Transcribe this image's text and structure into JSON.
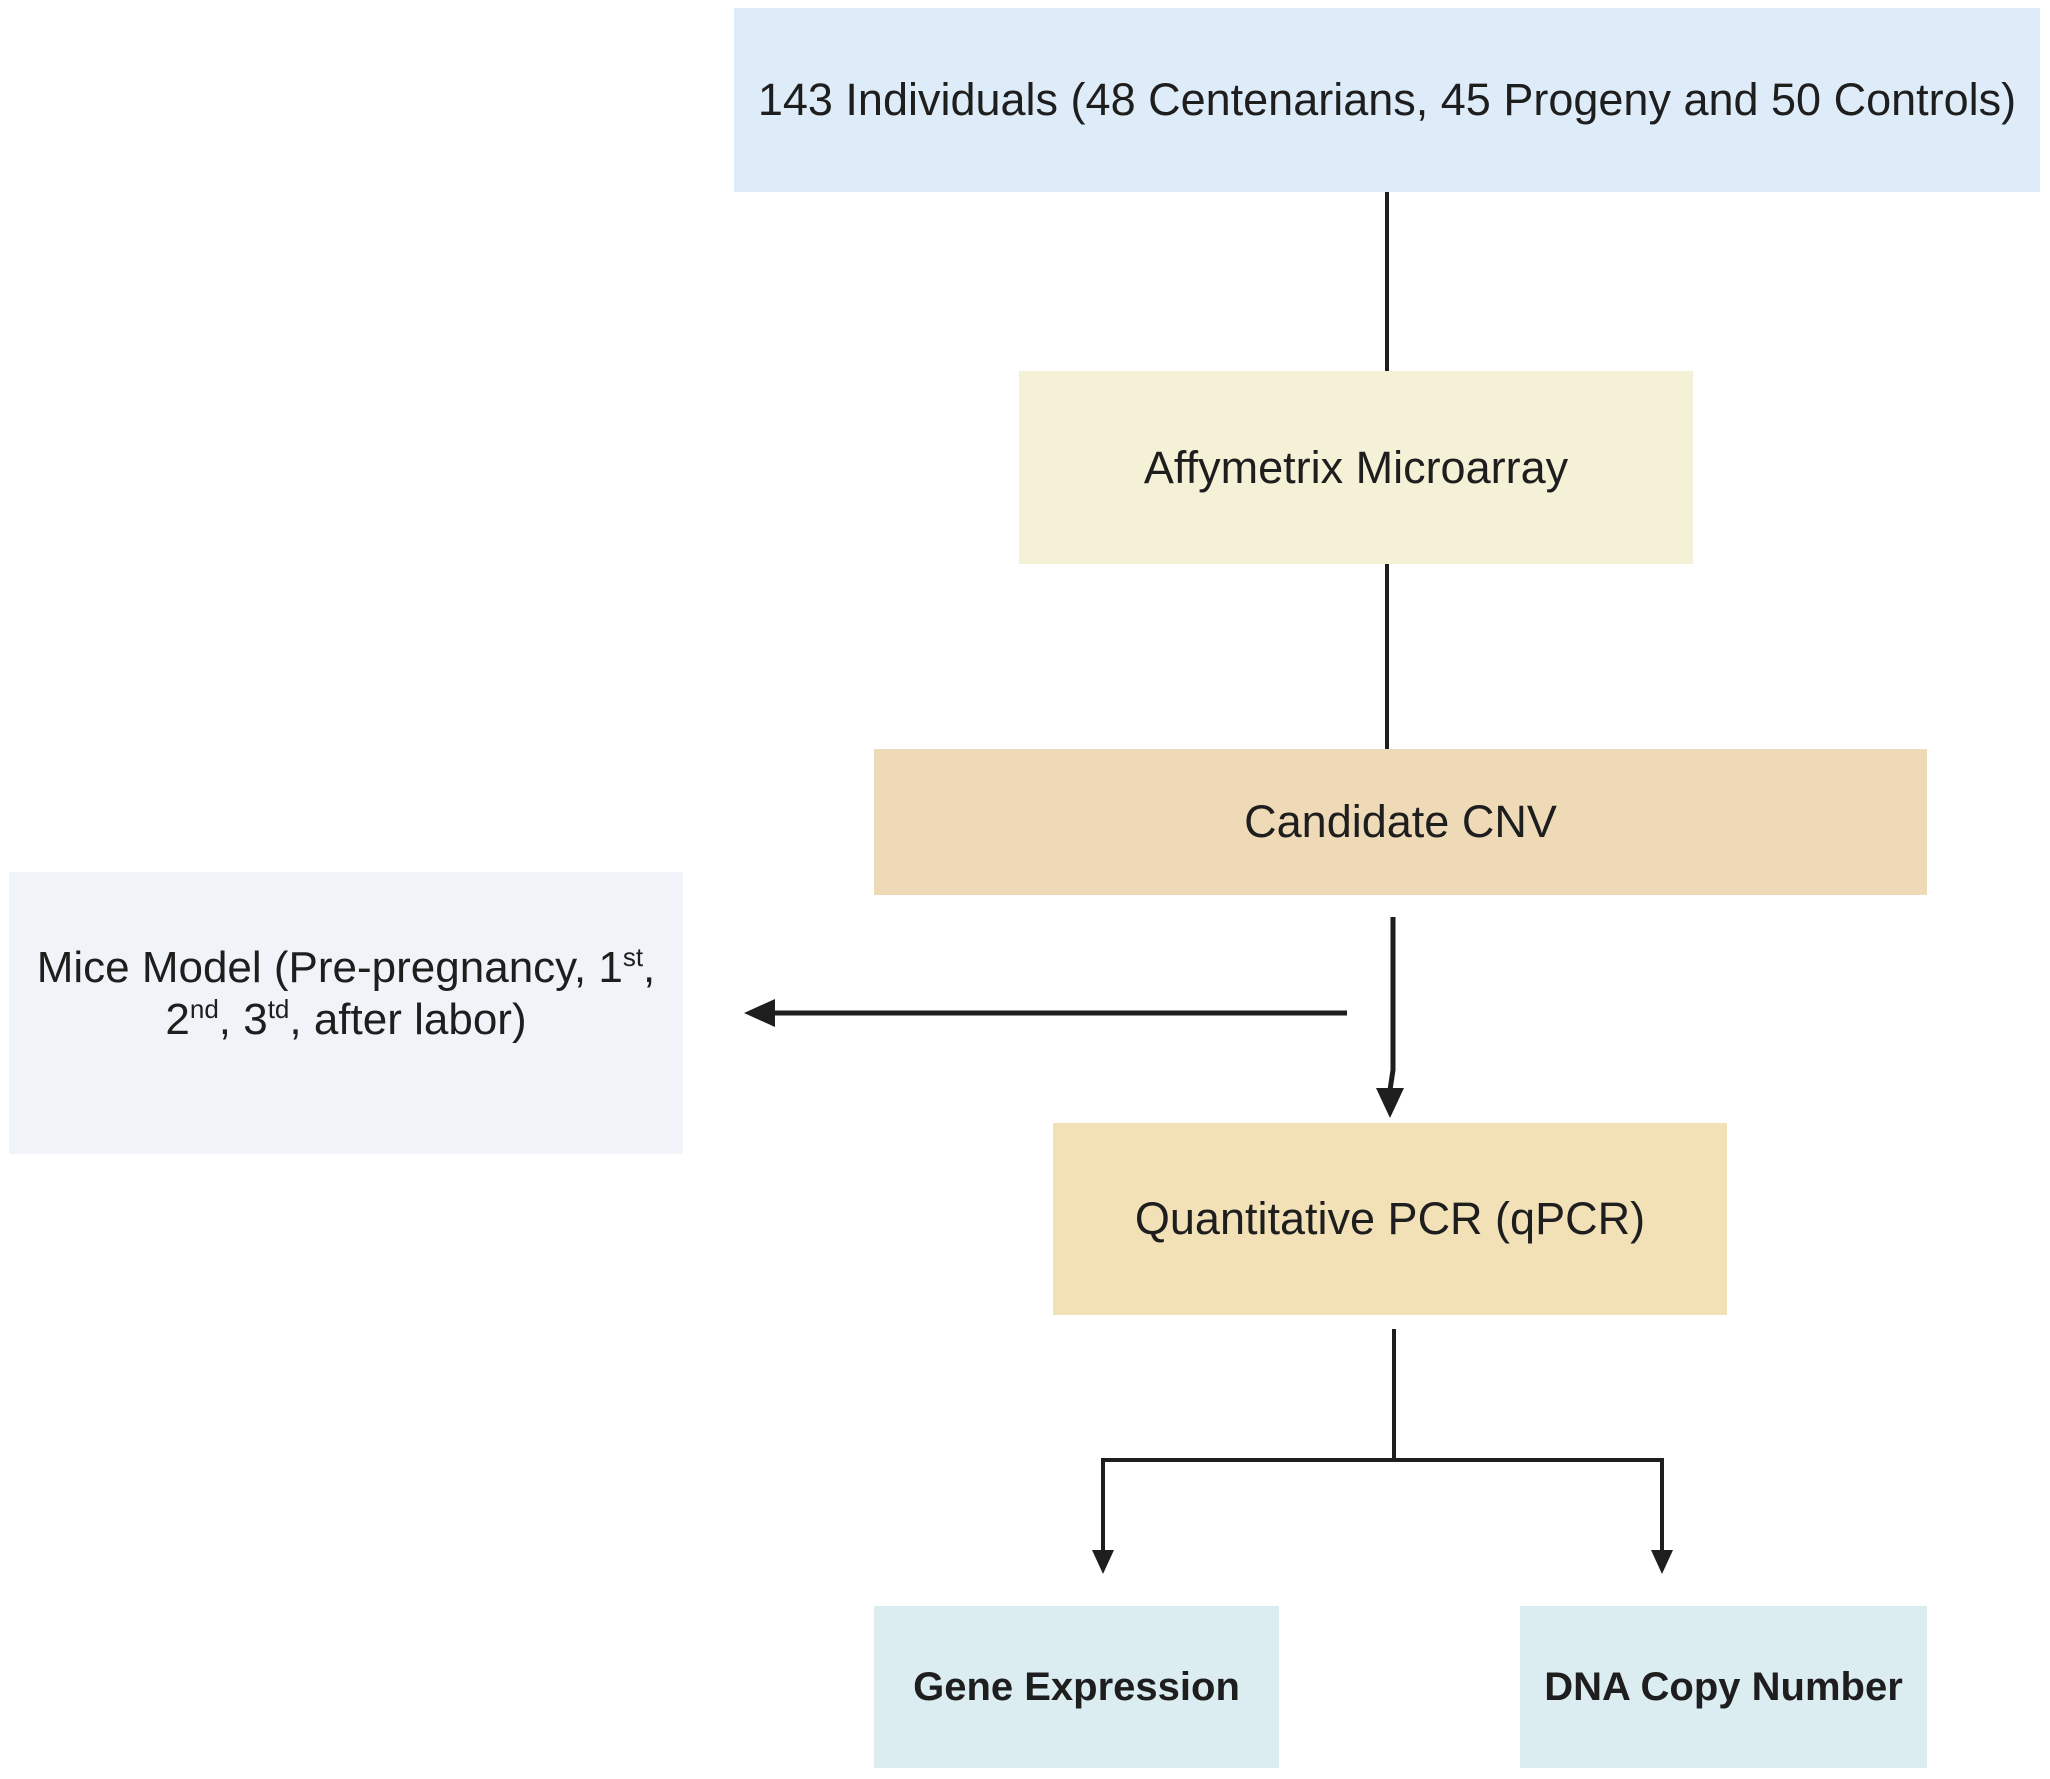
{
  "diagram": {
    "individuals": "143 Individuals (48 Centenarians, 45 Progeny and 50 Controls)",
    "microarray": "Affymetrix Microarray",
    "candidate_cnv": "Candidate CNV",
    "mice_model": {
      "part1": "Mice Model (Pre-pregnancy, 1",
      "sup1": "st",
      "part2": ",",
      "part3": "2",
      "sup2": "nd",
      "part4": ", 3",
      "sup3": "td",
      "part5": ", after labor)"
    },
    "qpcr": "Quantitative PCR (qPCR)",
    "gene_expression": "Gene Expression",
    "dna_copy_number": "DNA Copy Number"
  },
  "colors": {
    "individuals_fill": "#deebf8",
    "microarray_fill": "#f5f1d7",
    "cnv_fill": "#efdab8",
    "mice_fill": "#f0f3f8",
    "qpcr_fill": "#f2e0b6",
    "output_fill": "#dcedf2",
    "line": "#1e1e1e"
  }
}
